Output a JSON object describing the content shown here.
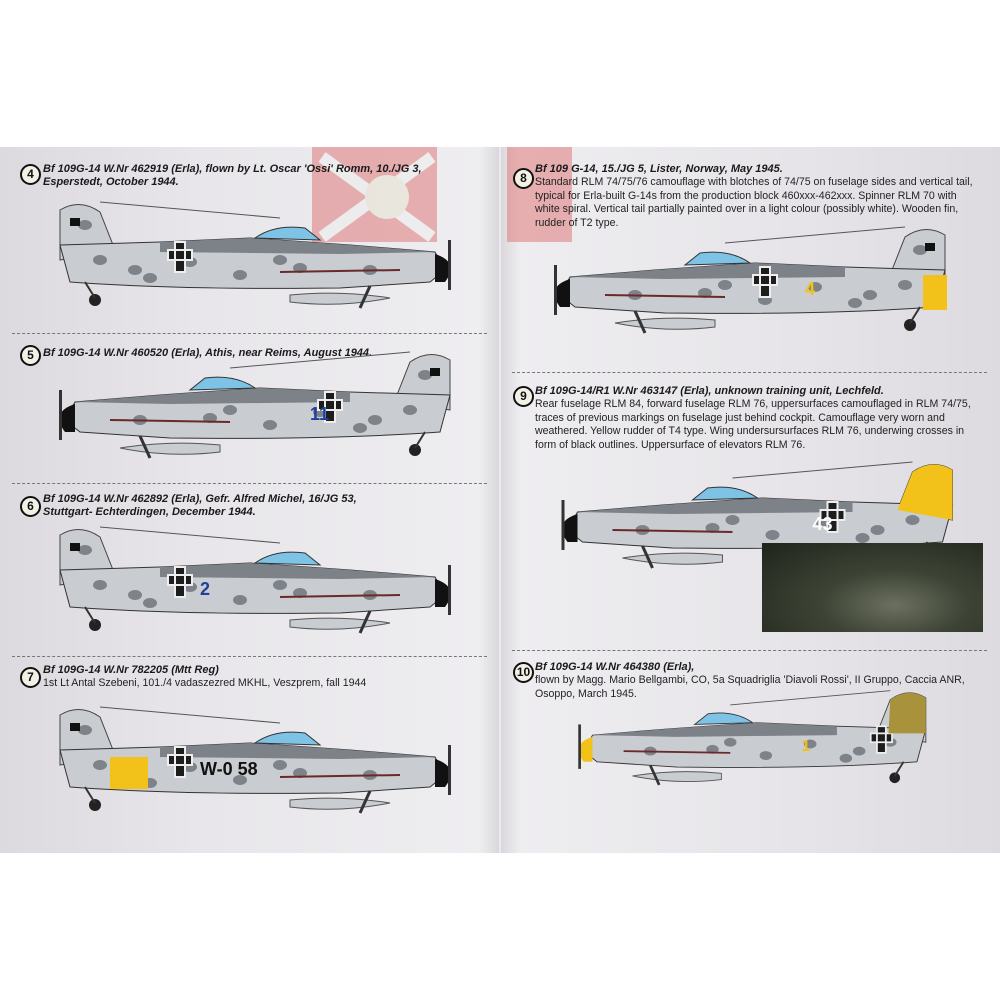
{
  "profiles": [
    {
      "number": "4",
      "title": "Bf 109G-14 W.Nr 462919 (Erla), flown by Lt. Oscar 'Ossi' Romm, 10./JG 3, Esperstedt, October 1944.",
      "description": ""
    },
    {
      "number": "5",
      "title": "Bf 109G-14 W.Nr 460520 (Erla), Athis, near Reims, August 1944.",
      "description": "",
      "fuselage_code": "11"
    },
    {
      "number": "6",
      "title": "Bf 109G-14 W.Nr 462892 (Erla), Gefr. Alfred Michel, 16/JG 53, Stuttgart- Echterdingen, December 1944.",
      "description": "",
      "fuselage_code": "2"
    },
    {
      "number": "7",
      "title": "Bf 109G-14 W.Nr 782205 (Mtt Reg)",
      "description": "1st Lt Antal Szebeni, 101./4 vadaszezred MKHL, Veszprem, fall 1944",
      "fuselage_code": "W-0 58"
    },
    {
      "number": "8",
      "title": "Bf 109 G-14, 15./JG 5, Lister, Norway, May 1945.",
      "description": "Standard RLM 74/75/76 camouflage with blotches of 74/75 on fuselage sides and vertical tail, typical for Erla-built G-14s from the production block 460xxx-462xxx. Spinner RLM 70 with white spiral. Vertical tail partially painted over in a light colour (possibly white). Wooden fin, rudder of T2 type.",
      "fuselage_code": "4"
    },
    {
      "number": "9",
      "title": "Bf 109G-14/R1 W.Nr 463147 (Erla), unknown training unit, Lechfeld.",
      "description": "Rear fuselage RLM 84, forward fuselage RLM 76, uppersurfaces camouflaged in RLM 74/75, traces of previous markings on fuselage just behind cockpit. Camouflage very worn and weathered. Yellow rudder of T4 type. Wing undersursurfaces RLM 76, underwing crosses in form of black outlines. Uppersurface of elevators RLM 76.",
      "fuselage_code": "43"
    },
    {
      "number": "10",
      "title": "Bf 109G-14 W.Nr 464380 (Erla),",
      "description": "flown by Magg. Mario Bellgambi, CO, 5a Squadriglia 'Diavoli Rossi', II Gruppo, Caccia ANR, Osoppo, March 1945.",
      "fuselage_code": "1"
    }
  ],
  "colors": {
    "fuselage": "#c9ccd0",
    "camo_dark": "#6c7178",
    "upper": "#7d8288",
    "canopy": "#7ec3e6",
    "yellow": "#f2c21a",
    "cross": "#1d1d1d",
    "tail_olive": "#a8923c"
  }
}
